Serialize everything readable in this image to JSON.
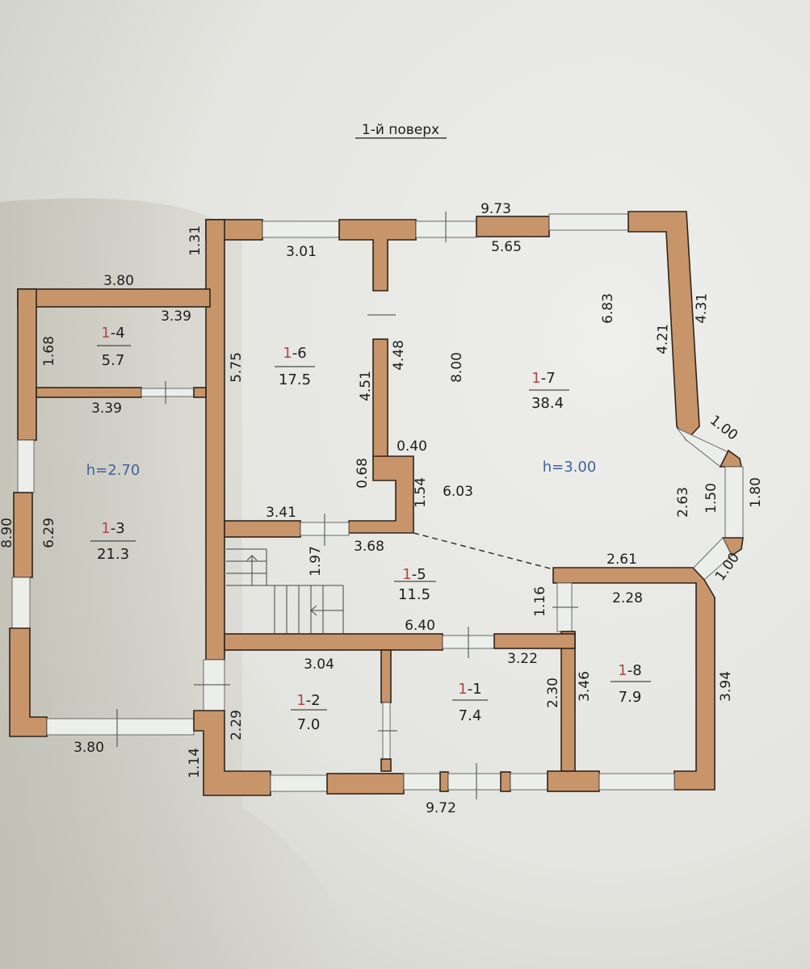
{
  "title": "1-й поверх",
  "colors": {
    "wall": "#c8956a",
    "room_floor_prefix": "#b0464a",
    "height_label": "#3f62a0"
  },
  "rooms": [
    {
      "floor": "1",
      "num": "-1",
      "area": "7.4"
    },
    {
      "floor": "1",
      "num": "-2",
      "area": "7.0"
    },
    {
      "floor": "1",
      "num": "-3",
      "area": "21.3"
    },
    {
      "floor": "1",
      "num": "-4",
      "area": "5.7"
    },
    {
      "floor": "1",
      "num": "-5",
      "area": "11.5"
    },
    {
      "floor": "1",
      "num": "-6",
      "area": "17.5"
    },
    {
      "floor": "1",
      "num": "-7",
      "area": "38.4"
    },
    {
      "floor": "1",
      "num": "-8",
      "area": "7.9"
    }
  ],
  "heights": {
    "left_wing": "h=2.70",
    "main": "h=3.00"
  },
  "dimensions": [
    "9.73",
    "3.01",
    "5.65",
    "1.31",
    "3.80",
    "3.39",
    "1.68",
    "5.75",
    "4.51",
    "4.48",
    "8.00",
    "6.83",
    "4.21",
    "4.31",
    "3.39",
    "0.40",
    "0.68",
    "1.54",
    "6.03",
    "1.00",
    "2.63",
    "1.50",
    "1.80",
    "1.00",
    "8.90",
    "6.29",
    "3.41",
    "3.68",
    "1.97",
    "2.61",
    "2.28",
    "1.16",
    "6.40",
    "3.04",
    "3.22",
    "2.30",
    "3.46",
    "3.94",
    "2.29",
    "3.80",
    "1.14",
    "9.72"
  ]
}
